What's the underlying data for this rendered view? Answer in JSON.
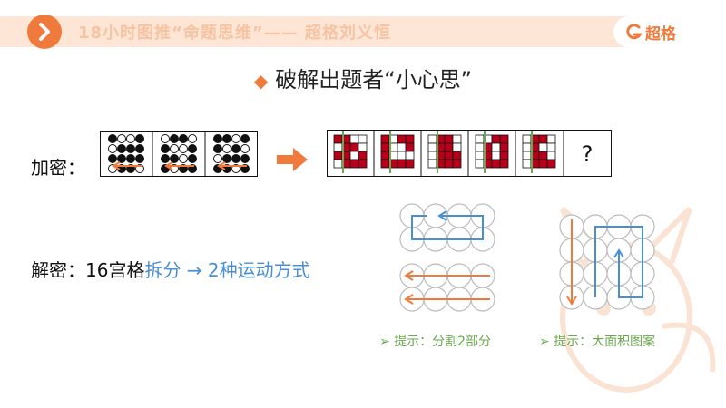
{
  "header": {
    "title": "18小时图推“命题思维”—— 超格刘义恒",
    "brand": "超格",
    "accent_color": "#f07a3c"
  },
  "heading": {
    "icon": "diamond-icon",
    "text": "破解出题者“小心思”"
  },
  "encrypt": {
    "label": "加密："
  },
  "decrypt": {
    "prefix": "解密：16宫格",
    "highlight": "拆分 → 2种运动方式"
  },
  "answer_box": {
    "text": "?"
  },
  "tips": [
    {
      "icon": "triangle-bullet-icon",
      "text": "提示：分割2部分"
    },
    {
      "icon": "triangle-bullet-icon",
      "text": "提示：大面积图案"
    }
  ]
}
